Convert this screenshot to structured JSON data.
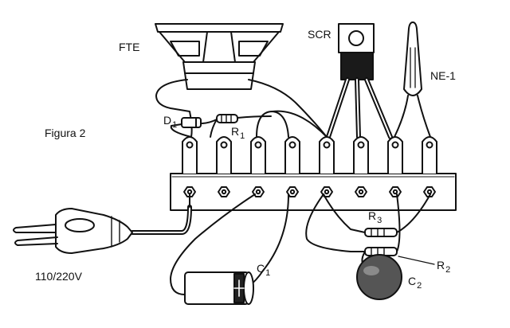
{
  "figure_title": "Figura 2",
  "components": {
    "speaker": "FTE",
    "scr": "SCR",
    "neon_lamp": "NE-1",
    "diode": {
      "main": "D",
      "sub": "1"
    },
    "resistor1": {
      "main": "R",
      "sub": "1"
    },
    "resistor3": {
      "main": "R",
      "sub": "3"
    },
    "resistor2": {
      "main": "R",
      "sub": "2"
    },
    "capacitor1": {
      "main": "C",
      "sub": "1"
    },
    "capacitor2": {
      "main": "C",
      "sub": "2"
    }
  },
  "mains_label": "110/220V",
  "terminal_strip": {
    "lugs": 8,
    "screws": 8
  },
  "colors": {
    "ink": "#111111",
    "paper": "#ffffff",
    "bleed_text": "#c9c9c9",
    "capacitor2_fill": "#555555"
  }
}
